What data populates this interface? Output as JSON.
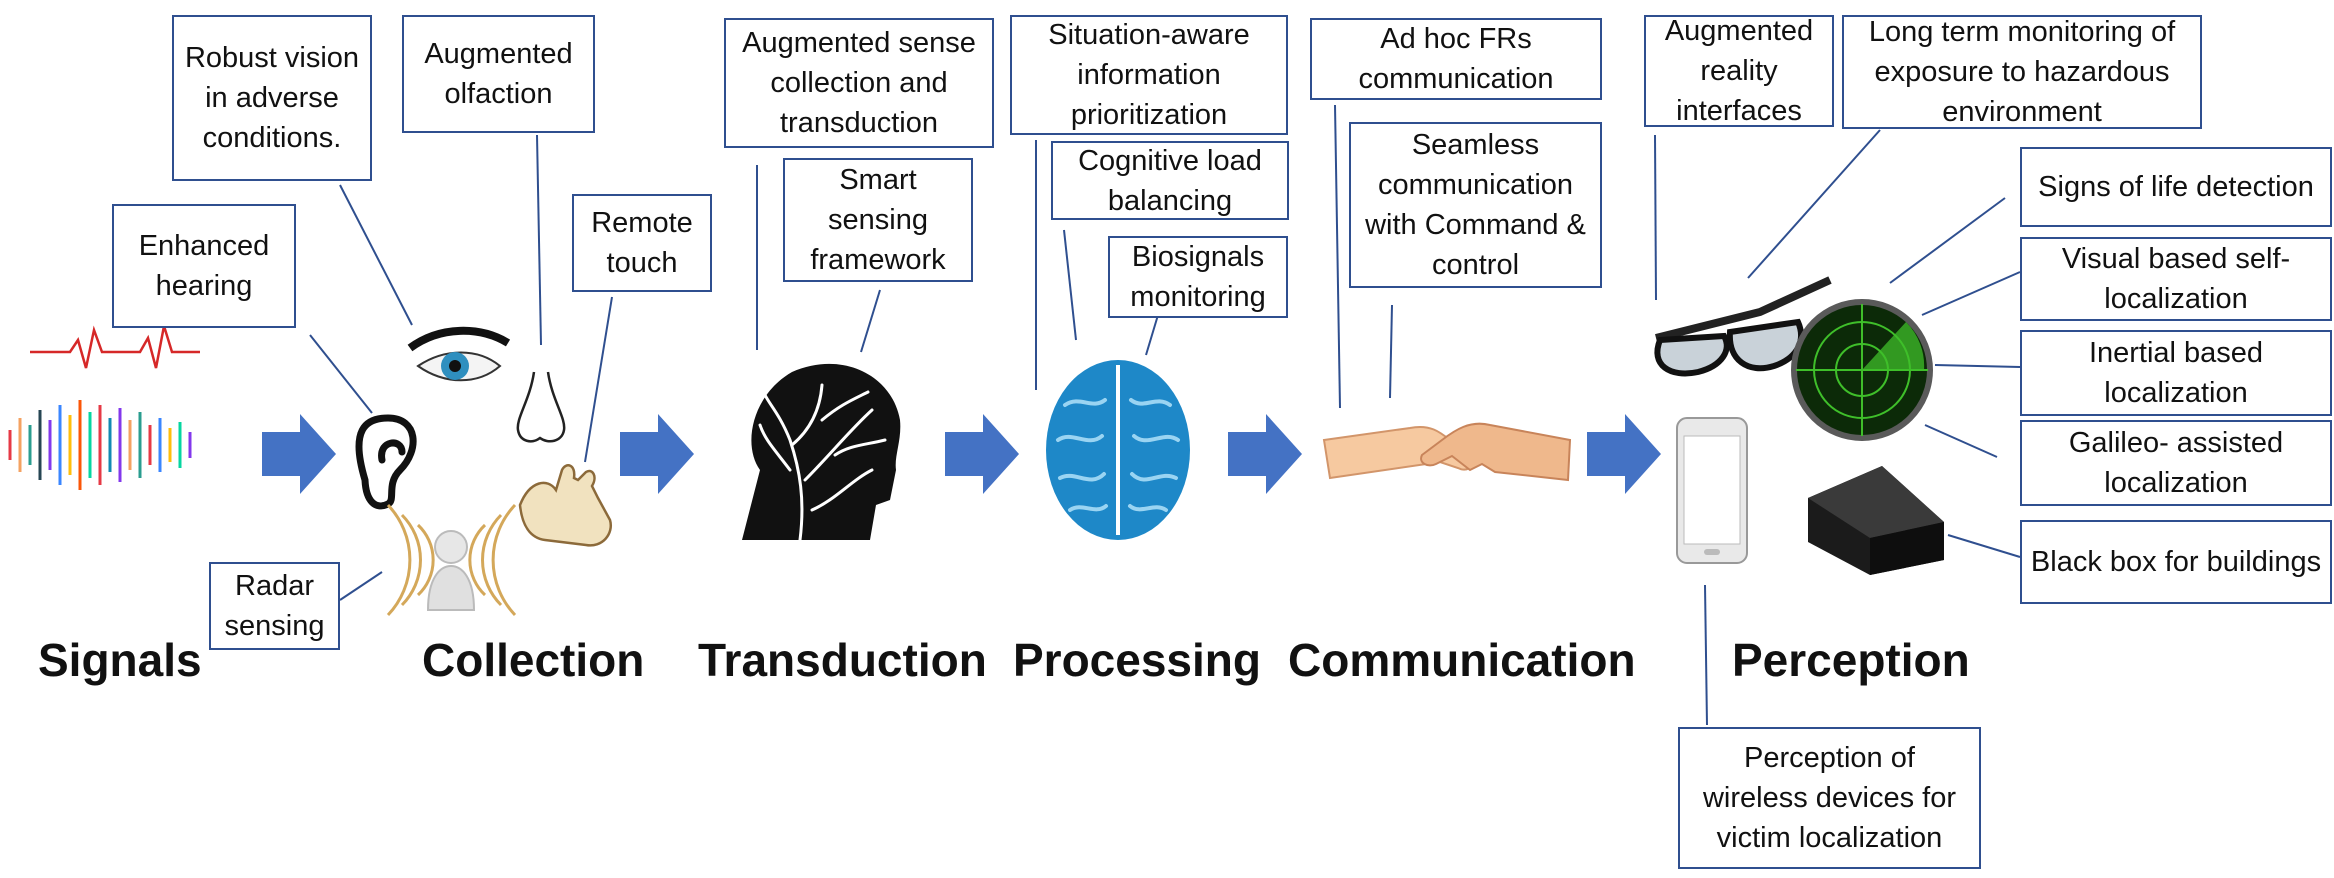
{
  "stages": [
    "Signals",
    "Collection",
    "Transduction",
    "Processing",
    "Communication",
    "Perception"
  ],
  "boxes": [
    "Robust vision in adverse conditions.",
    "Augmented olfaction",
    "Enhanced hearing",
    "Remote touch",
    "Radar sensing",
    "Augmented sense collection and transduction",
    "Smart sensing framework",
    "Situation-aware information prioritization",
    "Cognitive load balancing",
    "Biosignals monitoring",
    "Ad hoc FRs communication",
    "Seamless communication with Command & control",
    "Augmented reality interfaces",
    "Long term monitoring of exposure to hazardous environment",
    "Signs of life detection",
    "Visual based self-localization",
    "Inertial based localization",
    "Galileo- assisted localization",
    "Black box for buildings",
    "Perception of wireless devices for victim localization"
  ],
  "icons": [
    "heartbeat-waveform-icon",
    "audio-waveform-icon",
    "ear-icon",
    "eye-icon",
    "nose-icon",
    "hand-icon",
    "radar-person-icon",
    "tree-head-icon",
    "brain-icon",
    "handshake-icon",
    "ar-glasses-icon",
    "smartphone-icon",
    "radar-screen-icon",
    "black-box-icon",
    "arrow-icon"
  ],
  "colors": {
    "box_border": "#2f4f8f",
    "arrow": "#4472c4",
    "connector": "#2f4f8f",
    "brain": "#1e88c8",
    "radar": "#3fbf2a"
  }
}
